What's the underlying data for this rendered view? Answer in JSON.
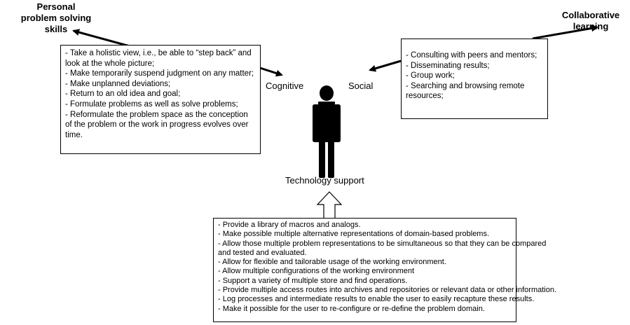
{
  "headings": {
    "personal": [
      "Personal",
      "problem solving",
      "skills"
    ],
    "collaborative": [
      "Collaborative",
      "learning"
    ]
  },
  "labels": {
    "cognitive": "Cognitive",
    "social": "Social",
    "technology_support": "Technology support"
  },
  "cognitive_box": {
    "items": [
      "- Take a holistic view, i.e., be able to “step back” and look at the whole picture;",
      "- Make temporarily suspend judgment on any matter;",
      "- Make unplanned deviations;",
      "- Return to an old idea and goal;",
      "- Formulate problems as well as solve problems;",
      "- Reformulate the problem space as the conception of the problem or the work in progress evolves over time."
    ]
  },
  "social_box": {
    "items": [
      "- Consulting with peers and mentors;",
      "- Disseminating results;",
      "- Group work;",
      "- Searching and browsing remote resources;"
    ]
  },
  "technology_box": {
    "items": [
      "- Provide a library of macros and analogs.",
      "- Make possible multiple alternative representations of domain-based problems.",
      "- Allow those multiple problem representations to be simultaneous so that they can be compared",
      "and tested and evaluated.",
      "- Allow for flexible and tailorable usage of the working environment.",
      "- Allow multiple configurations of the working environment",
      "- Support a variety of multiple store and find operations.",
      "- Provide multiple access routes into archives and repositories or relevant data or other information.",
      "- Log processes and intermediate results to enable the user to easily recapture these results.",
      "- Make it possible for the user to re-configure or re-define the problem domain."
    ]
  }
}
